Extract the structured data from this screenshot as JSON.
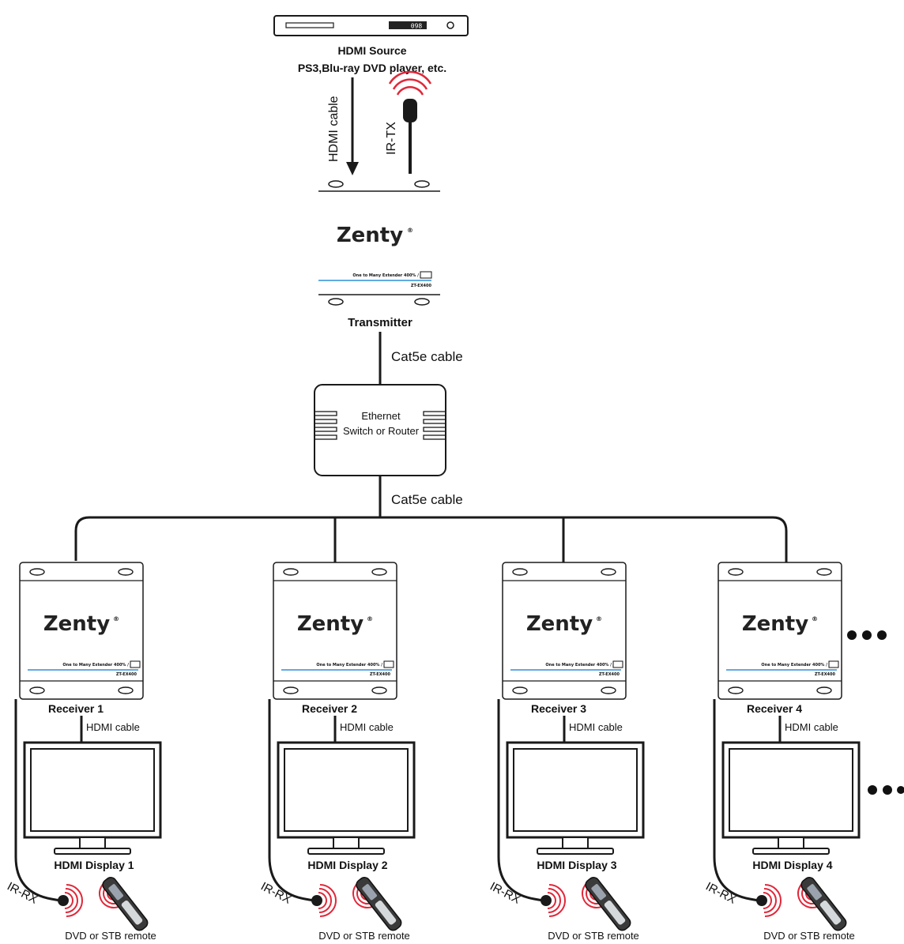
{
  "brand": {
    "name": "Zenty",
    "mark": "®"
  },
  "source": {
    "title": "HDMI Source",
    "subtitle": "PS3,Blu-ray DVD player, etc.",
    "display_text": "098"
  },
  "cables": {
    "hdmi_vertical": "HDMI cable",
    "ir_tx": "IR-TX",
    "cat5e_upper": "Cat5e cable",
    "cat5e_lower": "Cat5e cable"
  },
  "transmitter": {
    "label": "Transmitter",
    "model_line": "One to Many Extender 400% / ",
    "model_code": "ZT-EX400"
  },
  "switch": {
    "line1": "Ethernet",
    "line2": "Switch or Router"
  },
  "receivers": [
    {
      "label": "Receiver 1",
      "hdmi": "HDMI cable",
      "display": "HDMI Display 1",
      "ir": "IR-RX",
      "remote": "DVD or STB remote"
    },
    {
      "label": "Receiver 2",
      "hdmi": "HDMI cable",
      "display": "HDMI Display 2",
      "ir": "IR-RX",
      "remote": "DVD or STB remote"
    },
    {
      "label": "Receiver 3",
      "hdmi": "HDMI cable",
      "display": "HDMI Display 3",
      "ir": "IR-RX",
      "remote": "DVD or STB remote"
    },
    {
      "label": "Receiver 4",
      "hdmi": "HDMI cable",
      "display": "HDMI Display 4",
      "ir": "IR-RX",
      "remote": "DVD or STB remote"
    }
  ],
  "colors": {
    "accent": "#2f8fd8",
    "ir_wave": "#e0283a",
    "line": "#1a1a1a"
  }
}
